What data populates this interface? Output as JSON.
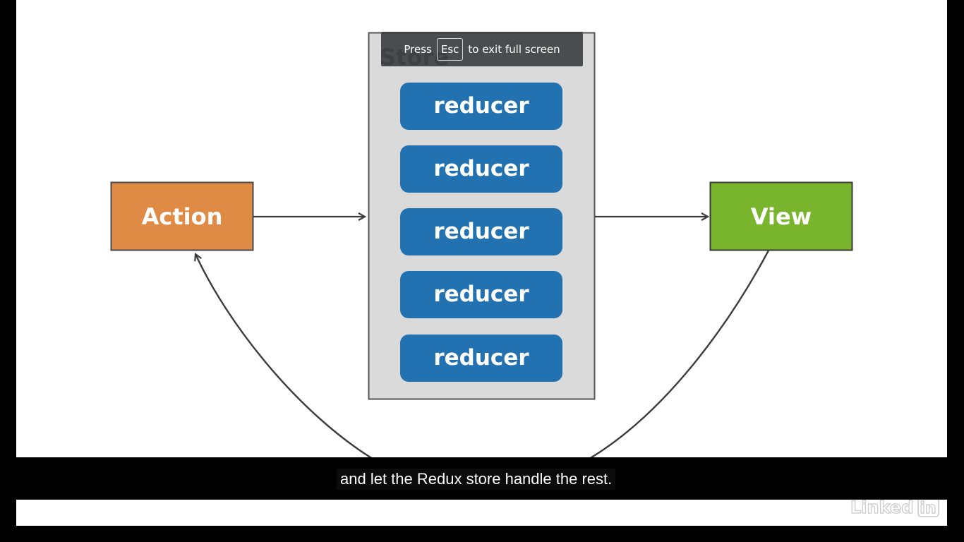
{
  "colors": {
    "action": "#df8a45",
    "view": "#78b52d",
    "reducer": "#2271b1",
    "store_bg": "#dadada",
    "arrow": "#3c3c3c"
  },
  "diagram": {
    "action_label": "Action",
    "view_label": "View",
    "store_label": "Store",
    "reducers": [
      "reducer",
      "reducer",
      "reducer",
      "reducer",
      "reducer"
    ]
  },
  "fullscreen_toast": {
    "prefix": "Press",
    "key": "Esc",
    "suffix": "to exit full screen"
  },
  "subtitle": "and let the Redux store handle the rest.",
  "watermark": {
    "text": "Linked",
    "in": "in"
  }
}
